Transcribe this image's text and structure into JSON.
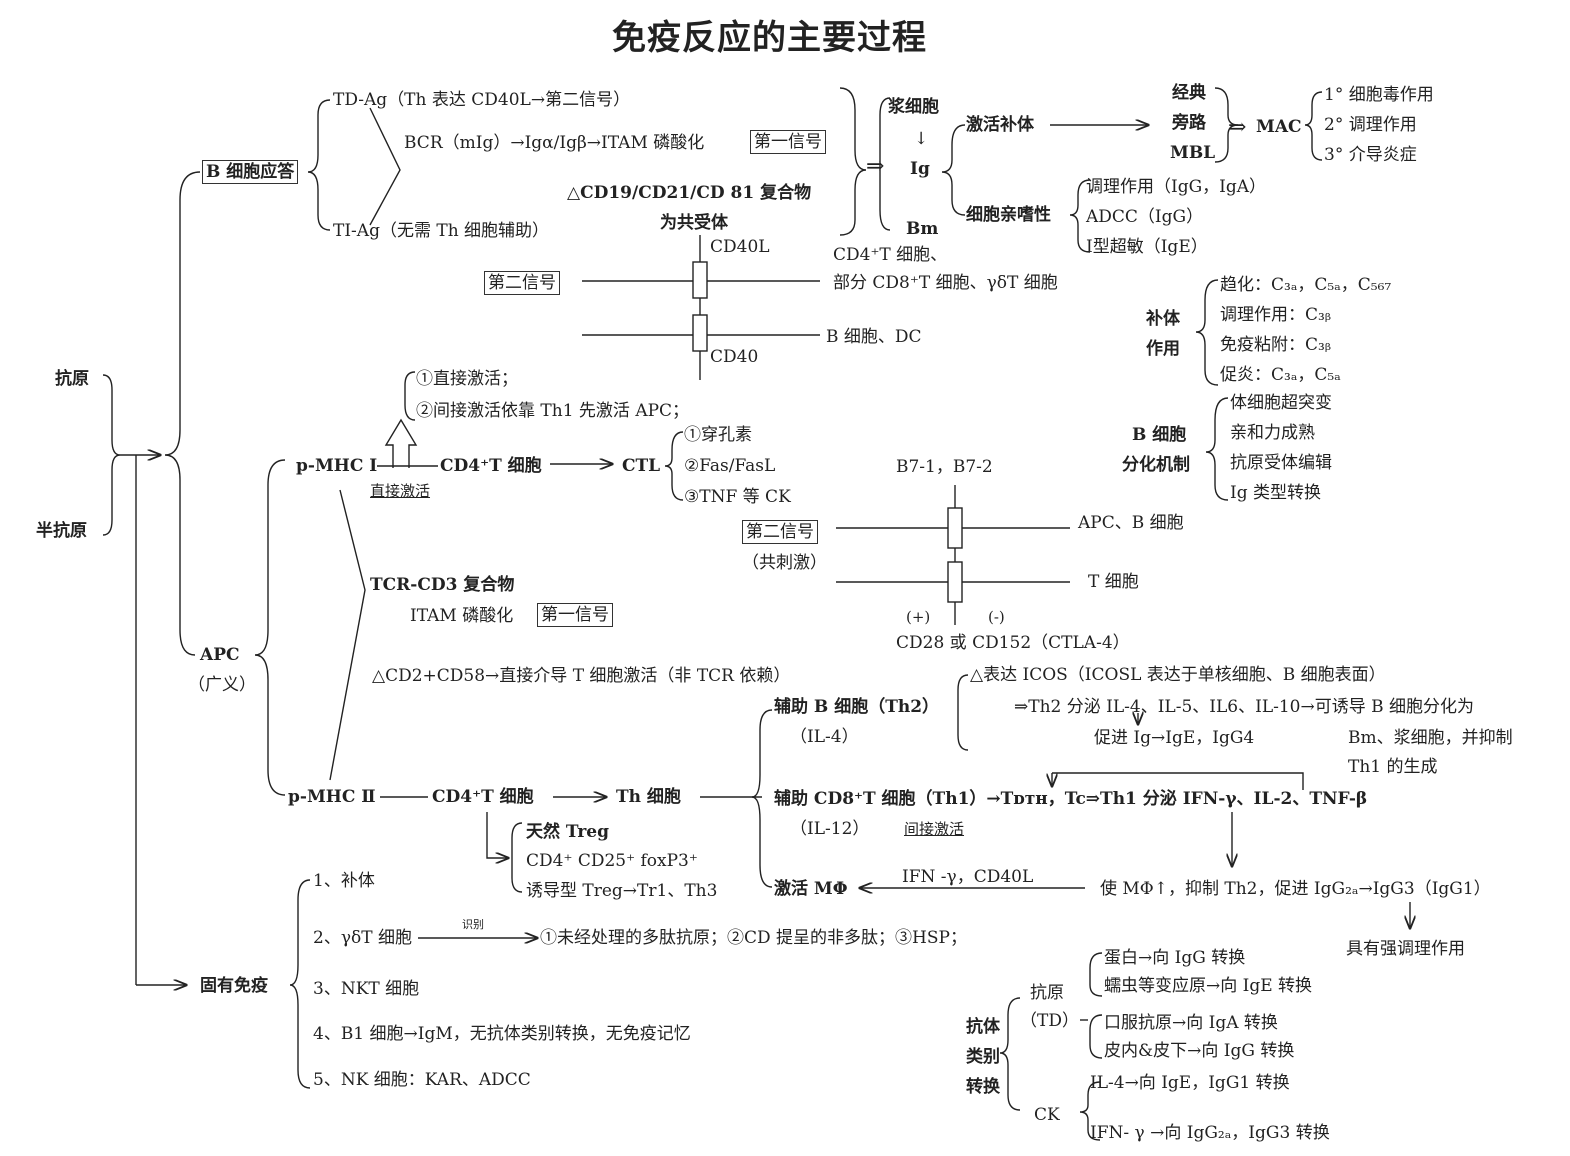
{
  "title": "免疫反应的主要过程",
  "root": {
    "antigen": "抗原",
    "hapten": "半抗原"
  },
  "b_response": {
    "label": "B 细胞应答",
    "td_ag": "TD-Ag（Th 表达 CD40L→第二信号）",
    "bcr": "BCR（mIg）→Igα/Igβ→ITAM 磷酸化",
    "first_signal": "第一信号",
    "coreceptor": "△CD19/CD21/CD 81 复合物",
    "coreceptor2": "为共受体",
    "ti_ag": "TI-Ag（无需 Th 细胞辅助）",
    "cd40l": "CD40L",
    "second_signal": "第二信号",
    "cd40l_cells1": "CD4⁺T 细胞、",
    "cd40l_cells2": "部分 CD8⁺T 细胞、γδT 细胞",
    "cd40_cells": "B 细胞、DC",
    "cd40": "CD40"
  },
  "plasma": {
    "plasma_cell": "浆细胞",
    "down_arrow": "↓",
    "ig": "Ig",
    "bm": "Bm",
    "activate_complement": "激活补体",
    "classic": "经典",
    "alternative": "旁路",
    "mbl": "MBL",
    "mac": "MAC",
    "mac_1": "1° 细胞毒作用",
    "mac_2": "2° 调理作用",
    "mac_3": "3° 介导炎症",
    "cytophilic": "细胞亲嗜性",
    "opsonization": "调理作用（IgG，IgA）",
    "adcc": "ADCC（IgG）",
    "type1": "Ⅰ型超敏（IgE）"
  },
  "complement": {
    "label1": "补体",
    "label2": "作用",
    "chemotaxis": "趋化：C₃ₐ，C₅ₐ，C₅₆₇",
    "opsonization": "调理作用：C₃ᵦ",
    "immune_adherence": "免疫粘附：C₃ᵦ",
    "inflammation": "促炎：C₃ₐ，C₅ₐ"
  },
  "b_diff": {
    "label1": "B 细胞",
    "label2": "分化机制",
    "items": [
      "体细胞超突变",
      "亲和力成熟",
      "抗原受体编辑",
      "Ig 类型转换"
    ]
  },
  "apc": {
    "label": "APC",
    "sub": "（广义）",
    "activation1": "①直接激活；",
    "activation2": "②间接激活依靠 Th1 先激活 APC；",
    "pmhc1": "p-MHC Ⅰ",
    "direct": "直接激活",
    "cd4t_1": "CD4⁺T 细胞",
    "ctl": "CTL",
    "ctl1": "①穿孔素",
    "ctl2": "②Fas/FasL",
    "ctl3": "③TNF 等 CK",
    "b7": "B7-1，B7-2",
    "second_signal": "第二信号",
    "costim": "（共刺激）",
    "apc_b": "APC、B 细胞",
    "t_cell": "T 细胞",
    "plus": "(+)",
    "minus": "(-)",
    "cd28": "CD28 或 CD152（CTLA-4）",
    "tcr": "TCR-CD3 复合物",
    "itam": "ITAM 磷酸化",
    "first_signal": "第一信号",
    "cd2": "△CD2+CD58→直接介导 T 细胞激活（非 TCR 依赖）",
    "pmhc2": "p-MHC Ⅱ",
    "cd4t_2": "CD4⁺T 细胞",
    "th": "Th 细胞",
    "treg1": "天然 Treg",
    "treg2": "CD4⁺ CD25⁺ foxP3⁺",
    "treg3": "诱导型 Treg→Tr1、Th3"
  },
  "th": {
    "th2": "辅助 B 细胞（Th2）",
    "il4": "（IL-4）",
    "icos": "△表达 ICOS（ICOSL 表达于单核细胞、B 细胞表面）",
    "th2_secrete": "⇒Th2 分泌 IL-4、IL-5、IL6、IL-10→可诱导 B 细胞分化为",
    "promote": "促进 Ig→IgE，IgG4",
    "bm_plasma": "Bm、浆细胞，并抑制",
    "th1_gen": "Th1 的生成",
    "th1": "辅助 CD8⁺T 细胞（Th1）→Tᴅᴛʜ，Tc⇒Th1 分泌 IFN-γ、IL-2、TNF-β",
    "il12": "（IL-12）",
    "indirect": "间接激活",
    "macro": "激活 MΦ",
    "ifn": "IFN -γ，CD40L",
    "macro_effect": "使 MΦ↑，抑制 Th2，促进 IgG₂ₐ→IgG3（IgG1）",
    "strong_op": "具有强调理作用"
  },
  "innate": {
    "label": "固有免疫",
    "items": [
      "1、补体",
      "2、γδT 细胞",
      "3、NKT 细胞",
      "4、B1 细胞→IgM，无抗体类别转换，无免疫记忆",
      "5、NK 细胞：KAR、ADCC"
    ],
    "recognize": "识别",
    "gd_targets": "①未经处理的多肽抗原；②CD 提呈的非多肽；③HSP；"
  },
  "switch": {
    "label1": "抗体",
    "label2": "类别",
    "label3": "转换",
    "antigen1": "抗原",
    "antigen2": "（TD）",
    "ag_items": [
      "蛋白→向 IgG 转换",
      "蠕虫等变应原→向 IgE 转换",
      "口服抗原→向 IgA 转换",
      "皮内&皮下→向 IgG 转换"
    ],
    "ck": "CK",
    "ck_items": [
      "IL-4→向 IgE，IgG1 转换",
      "IFN- γ →向 IgG₂ₐ，IgG3 转换"
    ]
  }
}
